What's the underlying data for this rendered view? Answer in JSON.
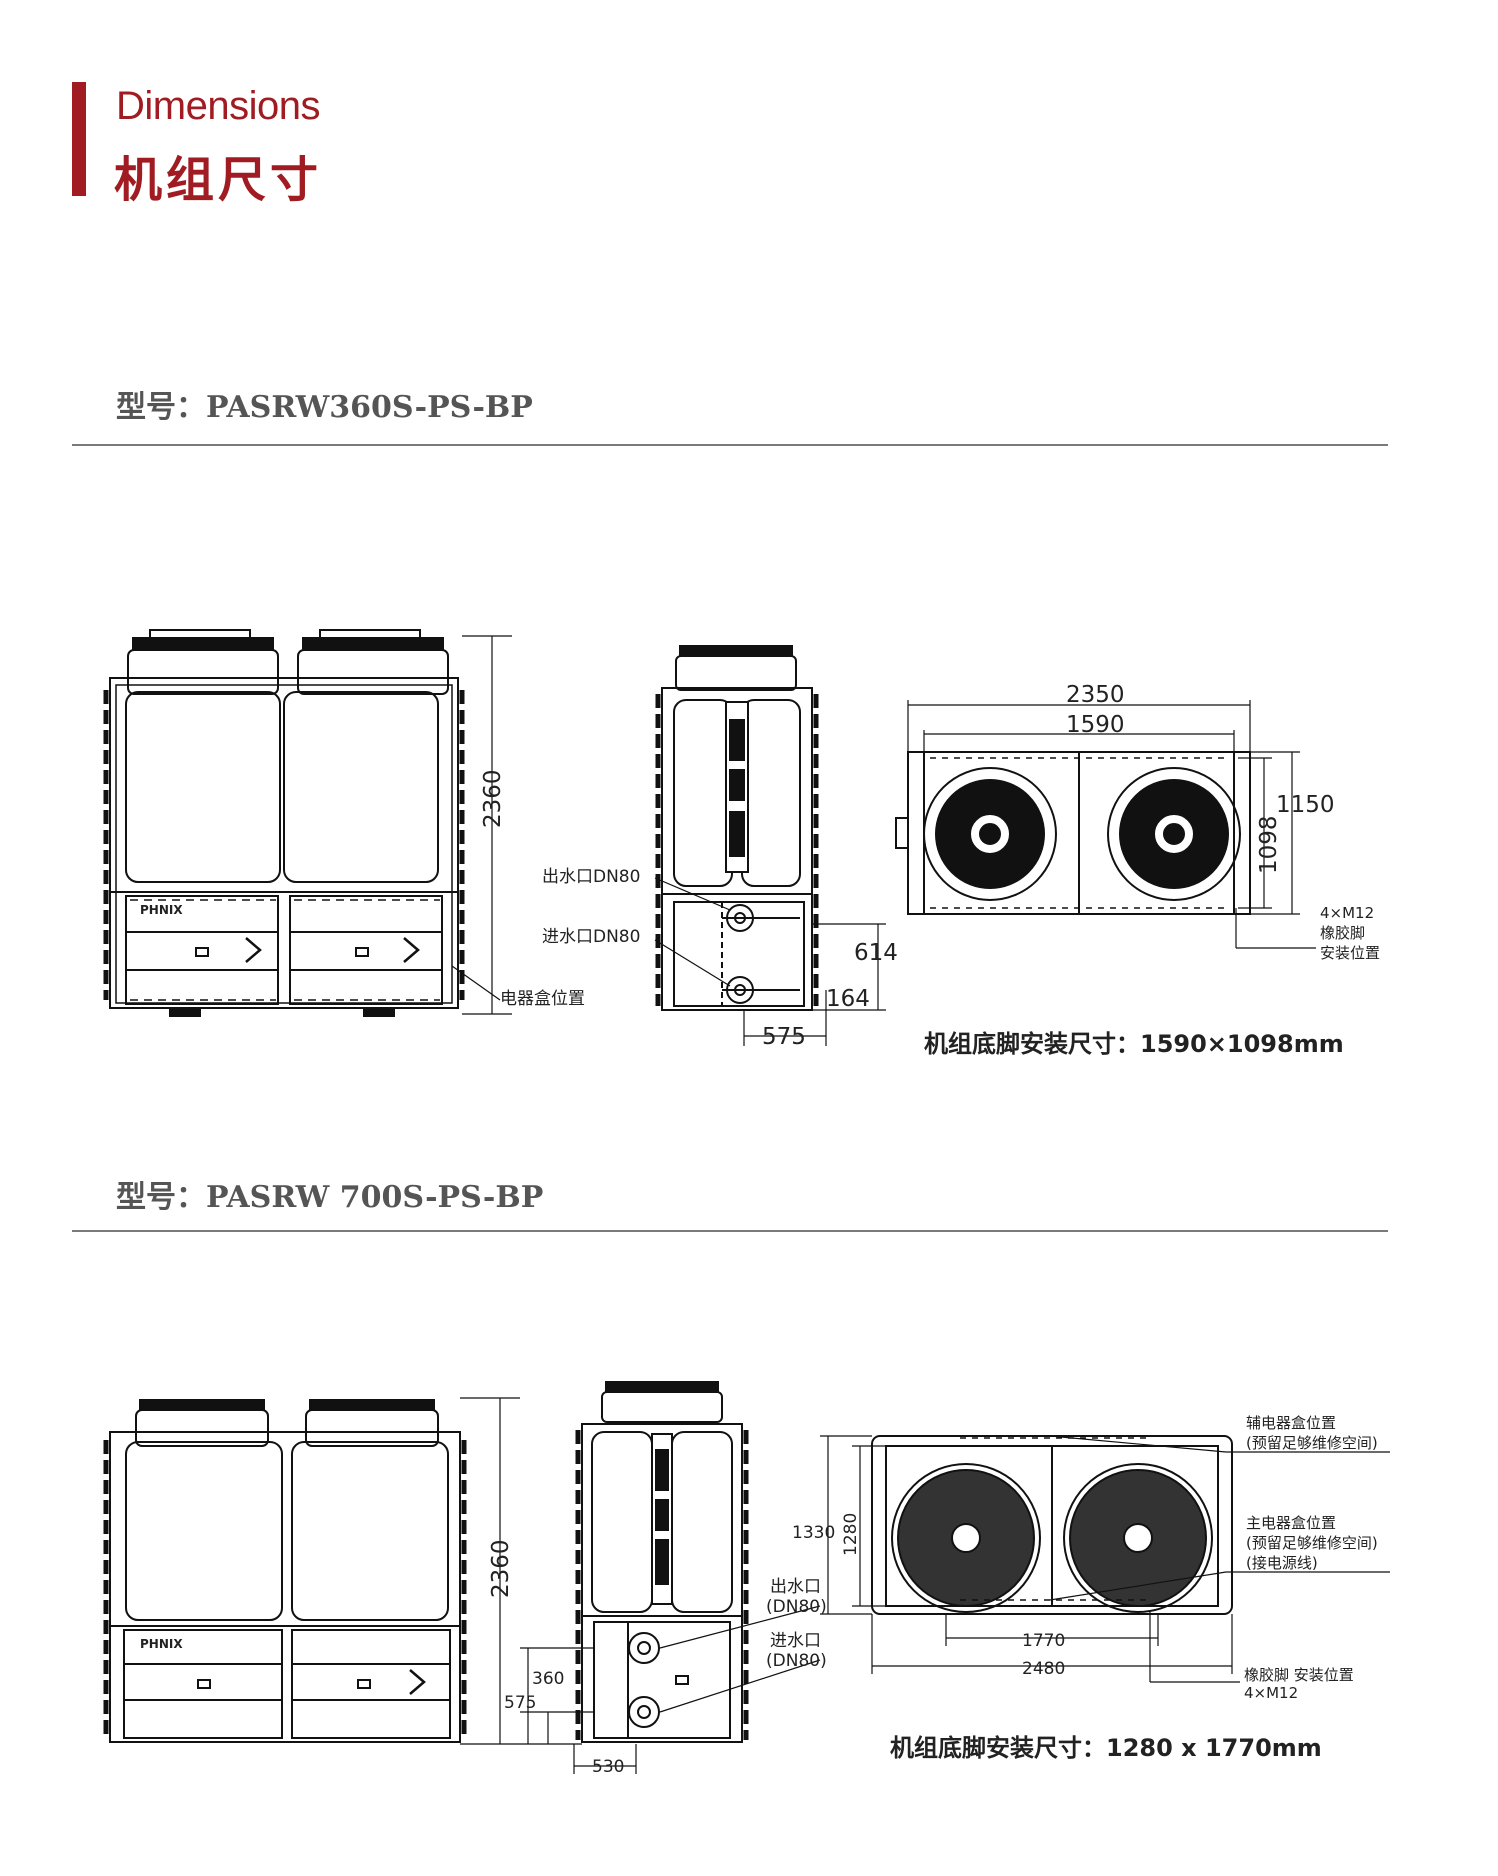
{
  "header": {
    "title_en": "Dimensions",
    "title_cn": "机组尺寸"
  },
  "brand": "PHNIX",
  "section1": {
    "model": "型号：PASRW360S-PS-BP",
    "height_dim": "2360",
    "outlet_label": "出水口DN80",
    "inlet_label": "进水口DN80",
    "ebox_label": "电器盒位置",
    "dim_614": "614",
    "dim_164": "164",
    "dim_575": "575",
    "dim_2350": "2350",
    "dim_1590": "1590",
    "dim_1150": "1150",
    "dim_1098": "1098",
    "foot_label": [
      "4×M12",
      "橡胶脚",
      "安装位置"
    ],
    "caption": "机组底脚安装尺寸：1590×1098mm"
  },
  "section2": {
    "model": "型号：PASRW 700S-PS-BP",
    "height_dim": "2360",
    "outlet_label": [
      "出水口",
      "(DN80)"
    ],
    "inlet_label": [
      "进水口",
      "(DN80)"
    ],
    "dim_360": "360",
    "dim_575": "575",
    "dim_530": "530",
    "dim_1330": "1330",
    "dim_1280": "1280",
    "dim_1770": "1770",
    "dim_2480": "2480",
    "aux_box_label": [
      "辅电器盒位置",
      "(预留足够维修空间)"
    ],
    "main_box_label": [
      "主电器盒位置",
      "(预留足够维修空间)",
      "(接电源线)"
    ],
    "foot_label": [
      "橡胶脚 安装位置",
      "4×M12"
    ],
    "caption": "机组底脚安装尺寸：1280 x 1770mm"
  }
}
